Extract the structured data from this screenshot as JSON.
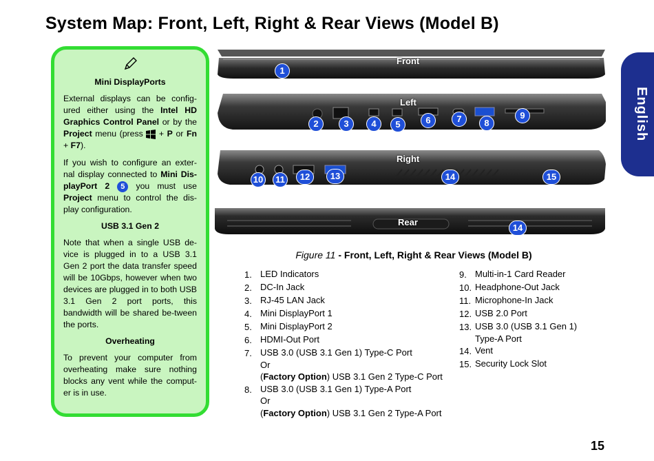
{
  "page_title": "System Map: Front, Left, Right & Rear Views (Model B)",
  "side_tab": "English",
  "sidebar": {
    "pen_icon": "pencil-icon",
    "sections": [
      {
        "heading": "Mini DisplayPorts",
        "p1": {
          "t1": "External displays can be config-ured either using the ",
          "b1": "Intel HD Graphics Control Panel",
          "t2": " or by the ",
          "b2": "Project",
          "t3": " menu (press ",
          "icon": "windows-key-icon",
          "t4": " + ",
          "b3": "P",
          "t5": " or ",
          "b4": "Fn",
          "t6": " + ",
          "b5": "F7",
          "t7": ")."
        },
        "p2": {
          "t1": "If you wish to configure an exter-nal display connected to ",
          "b1": "Mini Dis-playPort 2",
          "badge": "5",
          "t2": " you must use ",
          "b2": "Project",
          "t3": " menu to control the dis-play configuration."
        }
      },
      {
        "heading": "USB 3.1 Gen 2",
        "text": "Note that when a single USB de-vice is plugged in to a USB 3.1 Gen 2 port the data transfer speed will be 10Gbps, however when two devices are plugged in to both USB 3.1 Gen 2 port ports, this bandwidth will be shared be-tween the ports."
      },
      {
        "heading": "Overheating",
        "text": "To prevent your computer from overheating make sure nothing blocks any vent while the comput-er is in use."
      }
    ]
  },
  "views": {
    "front": {
      "label": "Front",
      "callouts": [
        "1"
      ]
    },
    "left": {
      "label": "Left",
      "callouts": [
        "2",
        "3",
        "4",
        "5",
        "6",
        "7",
        "8",
        "9"
      ]
    },
    "right": {
      "label": "Right",
      "callouts": [
        "10",
        "11",
        "12",
        "13",
        "14",
        "15"
      ]
    },
    "rear": {
      "label": "Rear",
      "callouts": [
        "14"
      ]
    }
  },
  "caption": {
    "figure": "Figure 11",
    "rest": " - Front, Left, Right & Rear Views (Model B)"
  },
  "legend_left": [
    {
      "n": "1.",
      "lines": [
        "LED Indicators"
      ]
    },
    {
      "n": "2.",
      "lines": [
        "DC-In Jack"
      ]
    },
    {
      "n": "3.",
      "lines": [
        "RJ-45 LAN Jack"
      ]
    },
    {
      "n": "4.",
      "lines": [
        "Mini DisplayPort 1"
      ]
    },
    {
      "n": "5.",
      "lines": [
        "Mini DisplayPort 2"
      ]
    },
    {
      "n": "6.",
      "lines": [
        "HDMI-Out Port"
      ]
    },
    {
      "n": "7.",
      "lines": [
        "USB 3.0 (USB 3.1 Gen 1) Type-C Port",
        "Or"
      ],
      "bold": "Factory Option",
      "after": " USB 3.1 Gen 2 Type-C Port"
    },
    {
      "n": "8.",
      "lines": [
        "USB 3.0 (USB 3.1 Gen 1) Type-A Port",
        "Or"
      ],
      "bold": "Factory Option",
      "after": " USB 3.1 Gen 2 Type-A Port"
    }
  ],
  "legend_right": [
    {
      "n": "9.",
      "lines": [
        "Multi-in-1 Card Reader"
      ]
    },
    {
      "n": "10.",
      "lines": [
        "Headphone-Out Jack"
      ]
    },
    {
      "n": "11.",
      "lines": [
        "Microphone-In Jack"
      ]
    },
    {
      "n": "12.",
      "lines": [
        "USB 2.0 Port"
      ]
    },
    {
      "n": "13.",
      "lines": [
        "USB 3.0 (USB 3.1 Gen 1)",
        "Type-A Port"
      ]
    },
    {
      "n": "14.",
      "lines": [
        "Vent"
      ]
    },
    {
      "n": "15.",
      "lines": [
        "Security Lock Slot"
      ]
    }
  ],
  "page_number": "15"
}
